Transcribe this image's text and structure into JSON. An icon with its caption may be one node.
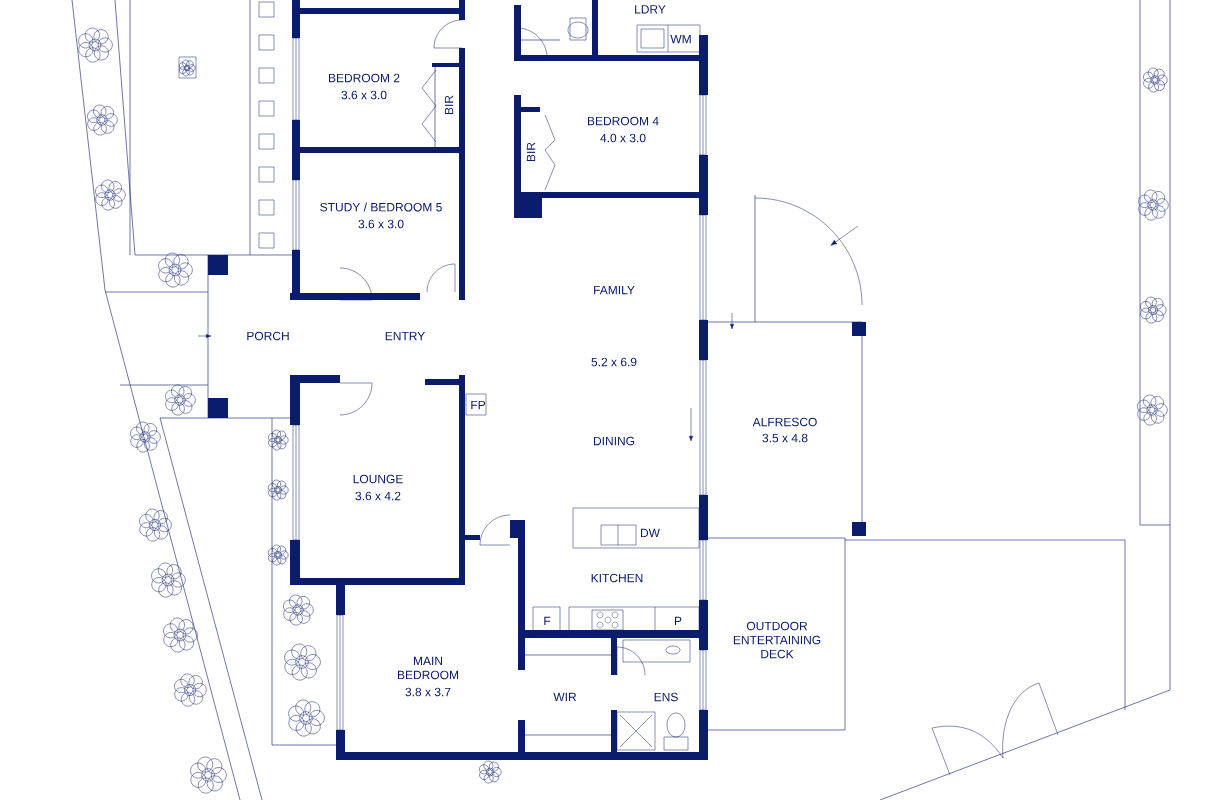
{
  "diagram": {
    "labels": [
      "LDRY",
      "WM",
      "BEDROOM 2",
      "3.6 x 3.0",
      "BIR",
      "BEDROOM 4",
      "4.0 x 3.0",
      "BIR",
      "STUDY / BEDROOM 5",
      "3.6 x 3.0",
      "FAMILY",
      "PORCH",
      "ENTRY",
      "5.2 x 6.9",
      "FP",
      "DINING",
      "ALFRESCO",
      "3.5 x 4.8",
      "LOUNGE",
      "3.6 x 4.2",
      "DW",
      "KITCHEN",
      "F",
      "P",
      "OUTDOOR ENTERTAINING DECK",
      "MAIN BEDROOM",
      "3.8 x 3.7",
      "WIR",
      "ENS"
    ]
  }
}
